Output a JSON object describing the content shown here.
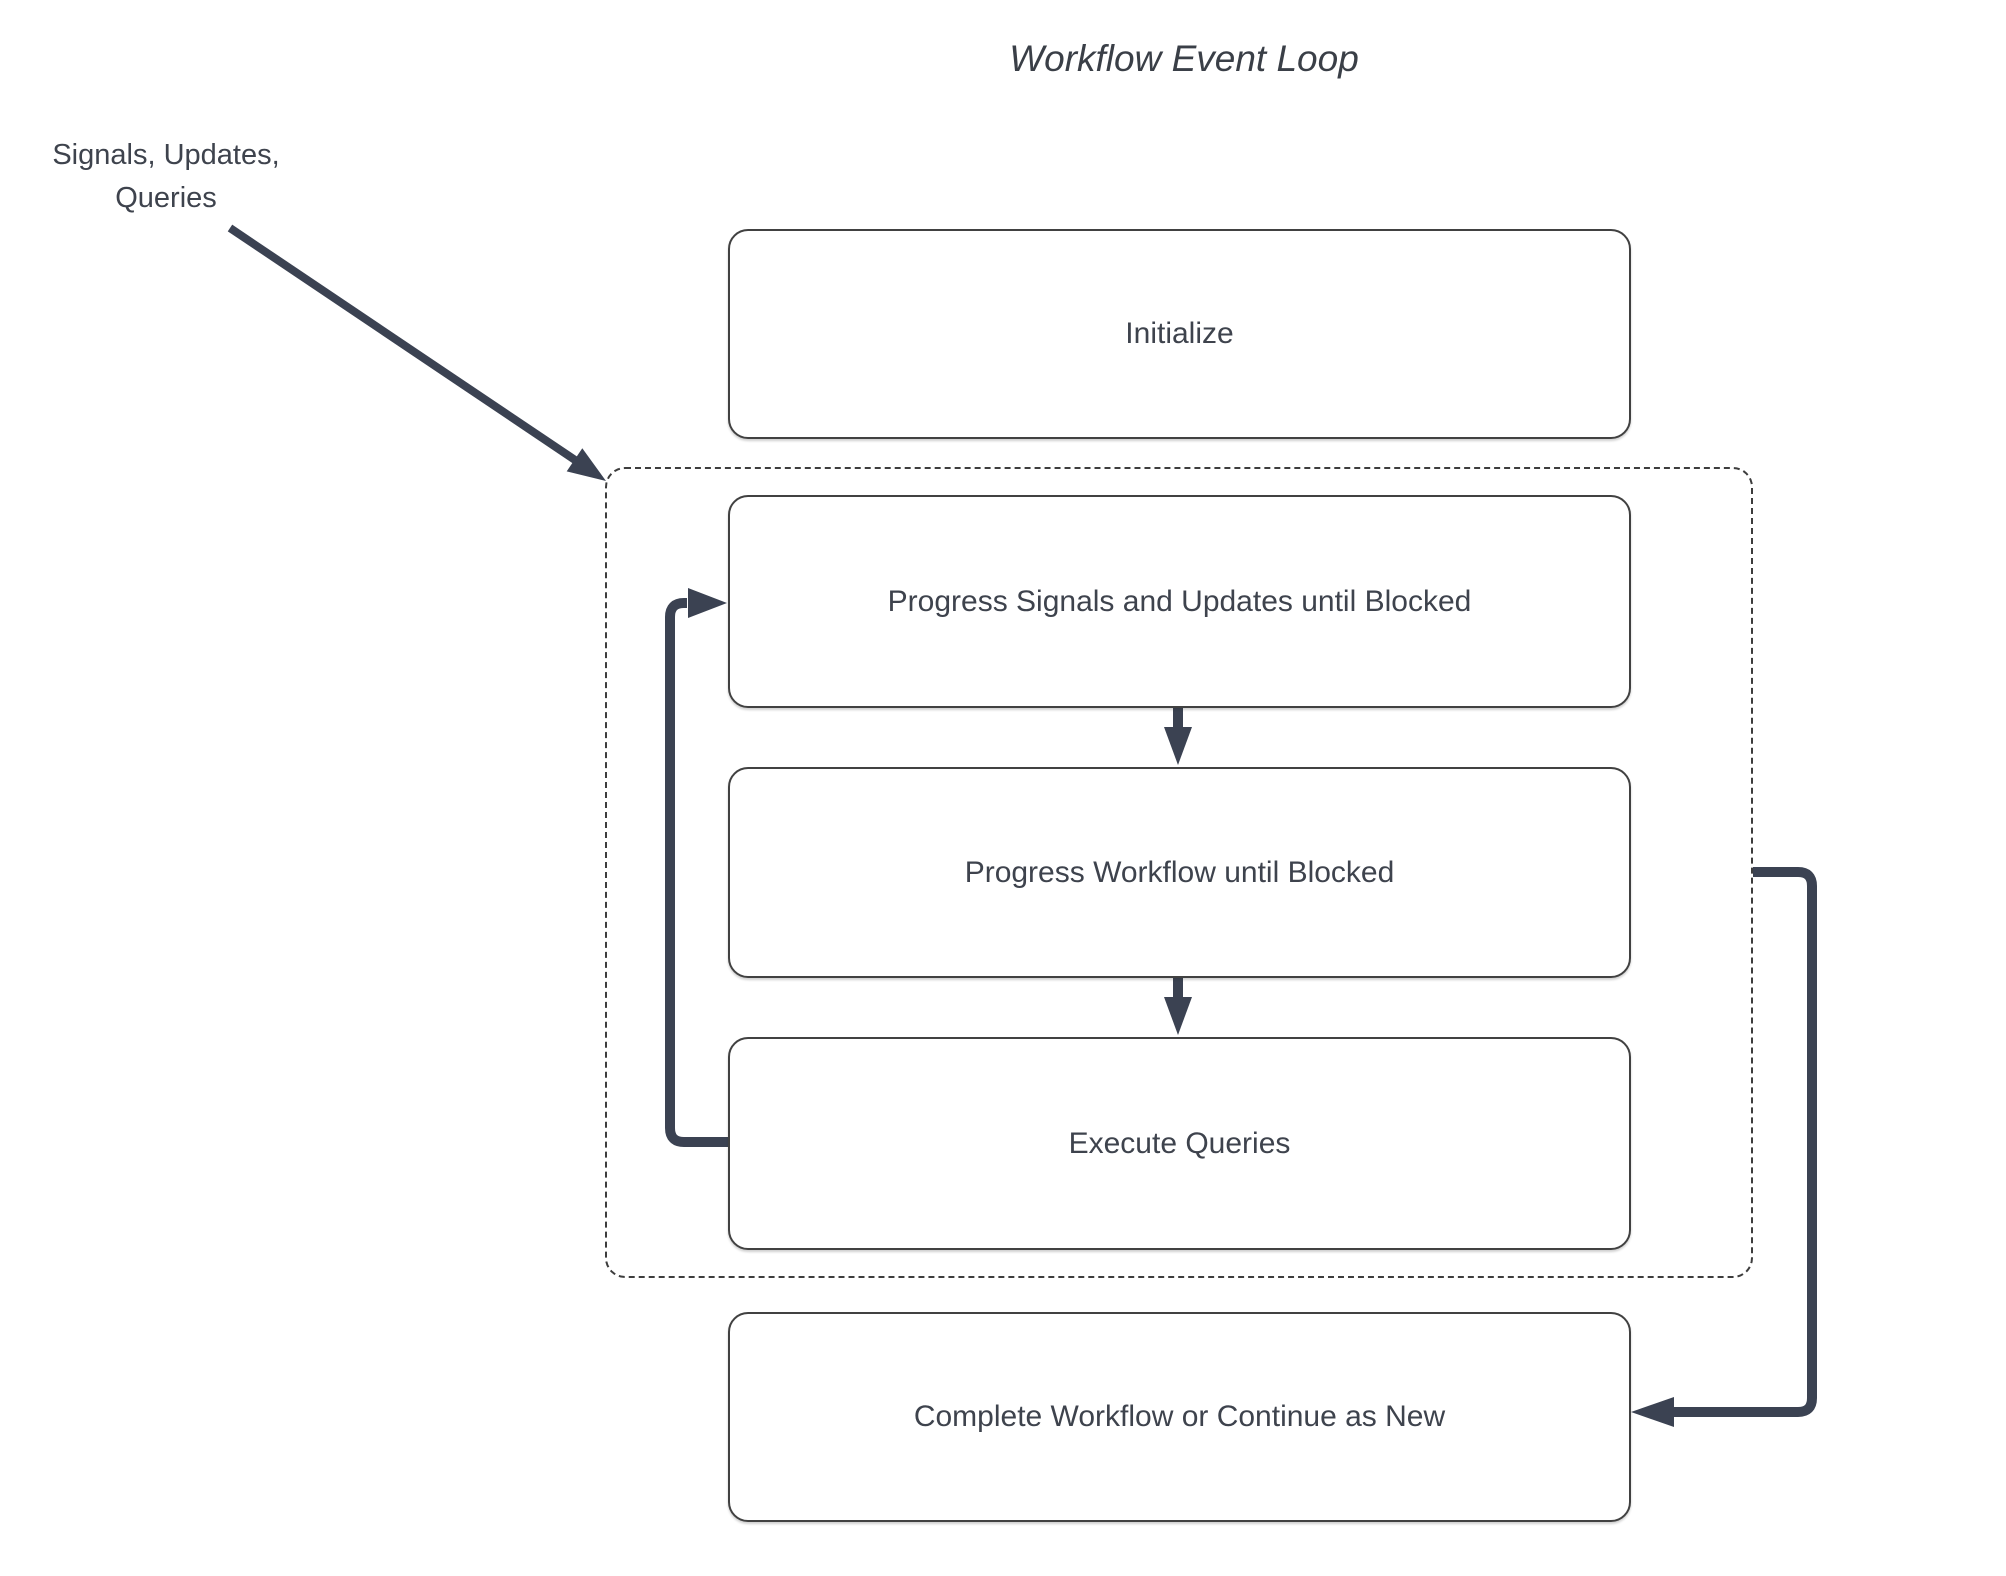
{
  "title": "Workflow Event Loop",
  "external_input": {
    "line1": "Signals, Updates,",
    "line2": "Queries"
  },
  "nodes": {
    "initialize": {
      "label": "Initialize"
    },
    "progress_signals": {
      "label": "Progress Signals and Updates until Blocked"
    },
    "progress_workflow": {
      "label": "Progress Workflow until Blocked"
    },
    "execute_queries": {
      "label": "Execute Queries"
    },
    "complete": {
      "label": "Complete Workflow or Continue as New"
    }
  },
  "colors": {
    "bg": "#ffffff",
    "node-border": "#414141",
    "node-fill": "#ffffff",
    "text": "#3e434d",
    "arrow": "#3b4252",
    "dashed-border": "#3d3d3d"
  }
}
